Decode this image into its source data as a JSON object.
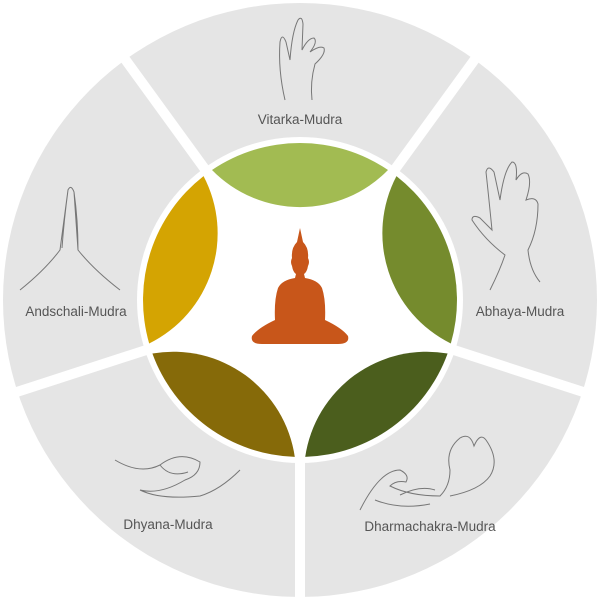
{
  "title": "",
  "colors": {
    "segment_bg": "#e5e5e5",
    "center": "#ffffff",
    "buddha": "#c8561a",
    "leaves": [
      "#a2bb52",
      "#758b2d",
      "#4b5e1d",
      "#866a09",
      "#d4a402"
    ]
  },
  "center_icon": "buddha-meditation-icon",
  "segments": [
    {
      "label": "Vitarka-Mudra",
      "icon": "vitarka-hand-icon"
    },
    {
      "label": "Abhaya-Mudra",
      "icon": "abhaya-hand-icon"
    },
    {
      "label": "Dharmachakra-Mudra",
      "icon": "dharmachakra-hands-icon"
    },
    {
      "label": "Dhyana-Mudra",
      "icon": "dhyana-hands-icon"
    },
    {
      "label": "Andschali-Mudra",
      "icon": "andschali-hands-icon"
    }
  ]
}
